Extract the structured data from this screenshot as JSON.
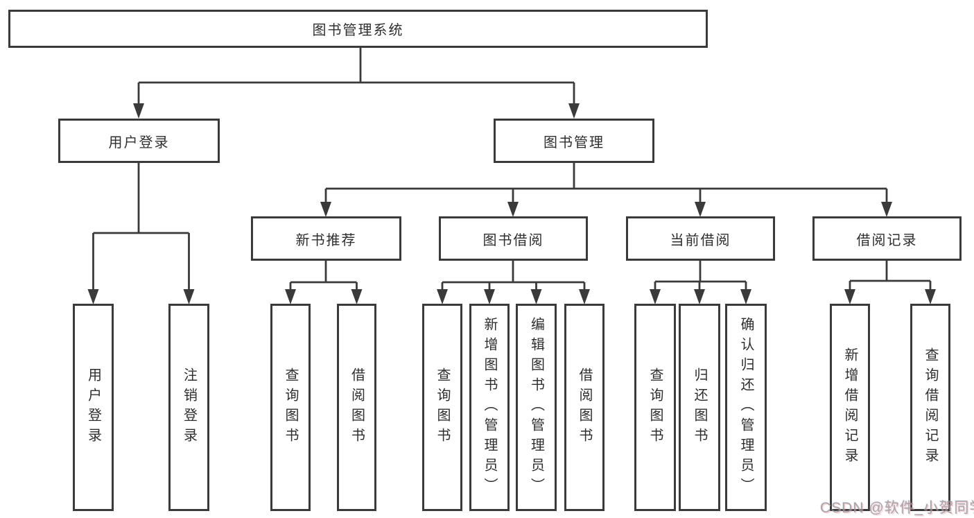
{
  "nodes": {
    "root": {
      "label": "图书管理系统"
    },
    "user_login": {
      "label": "用户登录"
    },
    "book_mgmt": {
      "label": "图书管理"
    },
    "new_book": {
      "label": "新书推荐"
    },
    "book_borrow": {
      "label": "图书借阅"
    },
    "current_borrow": {
      "label": "当前借阅"
    },
    "borrow_record": {
      "label": "借阅记录"
    },
    "leaves": {
      "user_login": {
        "label": "用户登录"
      },
      "logout": {
        "label": "注销登录"
      },
      "nb_query": {
        "label": "查询图书"
      },
      "nb_borrow": {
        "label": "借阅图书"
      },
      "bb_query": {
        "label": "查询图书"
      },
      "bb_add": {
        "label": "新增图书（管理员）"
      },
      "bb_edit": {
        "label": "编辑图书（管理员）"
      },
      "bb_borrow": {
        "label": "借阅图书"
      },
      "cb_query": {
        "label": "查询图书"
      },
      "cb_return": {
        "label": "归还图书"
      },
      "cb_confirm": {
        "label": "确认归还（管理员）"
      },
      "br_add": {
        "label": "新增借阅记录"
      },
      "br_query": {
        "label": "查询借阅记录"
      }
    }
  },
  "watermark": {
    "text": "CSDN @软件_小贺同学"
  },
  "colors": {
    "line": "#3a3a3a",
    "text": "#2e2e2e",
    "background": "#ffffff"
  }
}
